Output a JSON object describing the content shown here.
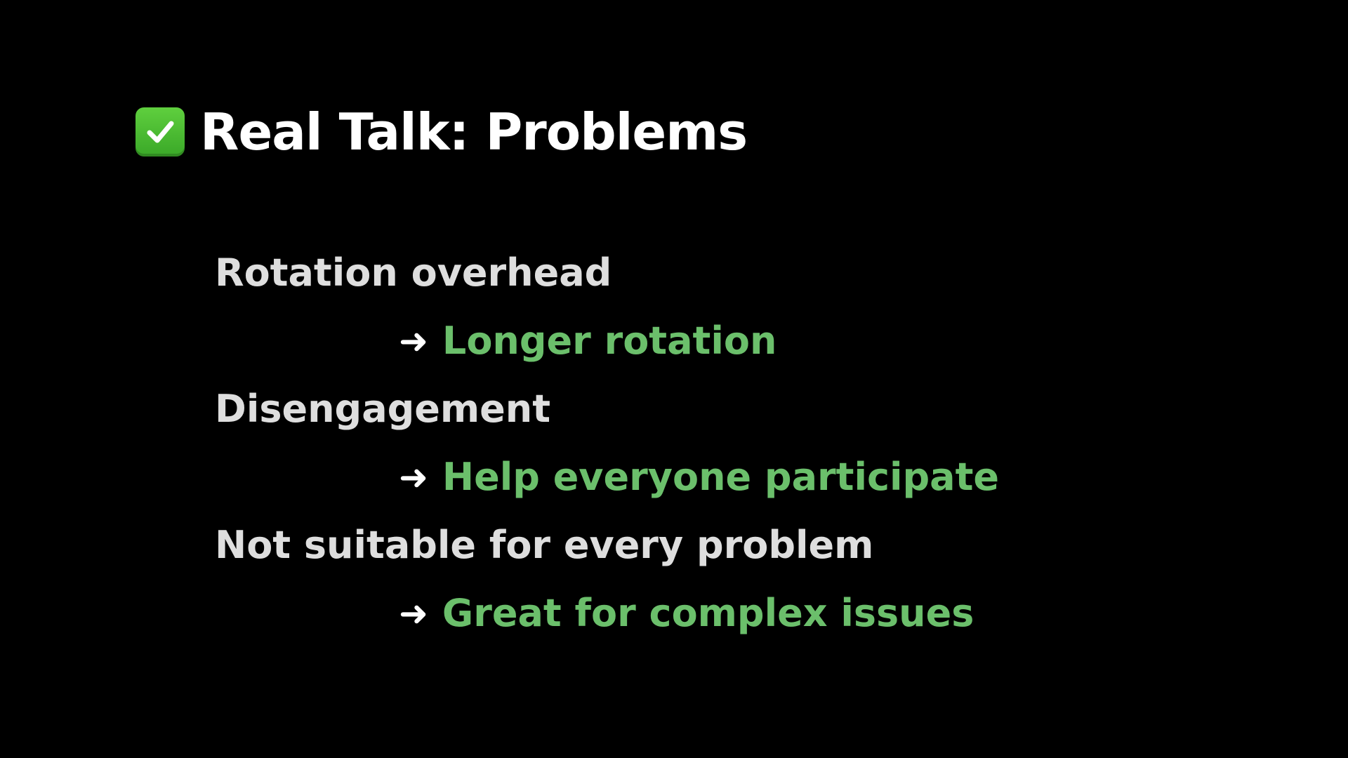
{
  "slide": {
    "title_icon": "check-mark-button-icon",
    "title": "Real Talk: Problems",
    "arrow": "➜",
    "items": [
      {
        "problem": "Rotation overhead",
        "solution": "Longer rotation"
      },
      {
        "problem": "Disengagement",
        "solution": "Help everyone participate"
      },
      {
        "problem": "Not suitable for every problem",
        "solution": "Great for complex issues"
      }
    ]
  },
  "colors": {
    "background": "#000000",
    "title": "#ffffff",
    "problem": "#dedede",
    "solution": "#6bbf6b",
    "check_icon": "#4cbb32"
  }
}
